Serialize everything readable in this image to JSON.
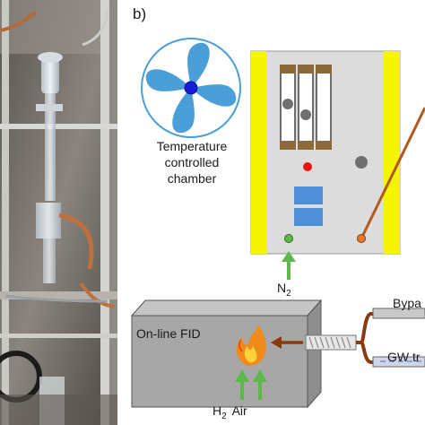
{
  "panel": {
    "label": "b)"
  },
  "chamber": {
    "caption": "Temperature controlled chamber",
    "line1": "Temperature",
    "line2": "controlled",
    "line3": "chamber"
  },
  "inlet": {
    "label": "N",
    "sub": "2"
  },
  "detector": {
    "label": "On-line FID"
  },
  "gases": {
    "h2": "H",
    "h2_sub": "2",
    "air": "Air"
  },
  "lines": {
    "bypass": "Bypa",
    "gw": "GW tr"
  },
  "colors": {
    "fan_blade": "#4a9fd8",
    "fan_hub": "#1a1adb",
    "rail_yellow": "#f5f500",
    "column_fill": "#dcdcdc",
    "copper": "#b25a1e",
    "arrow_green": "#5cb848",
    "red_dot": "#ee1111",
    "blue_block": "#4d8ed6",
    "fid_box": "#a7a7a7",
    "flame_orange": "#f08a1a"
  }
}
